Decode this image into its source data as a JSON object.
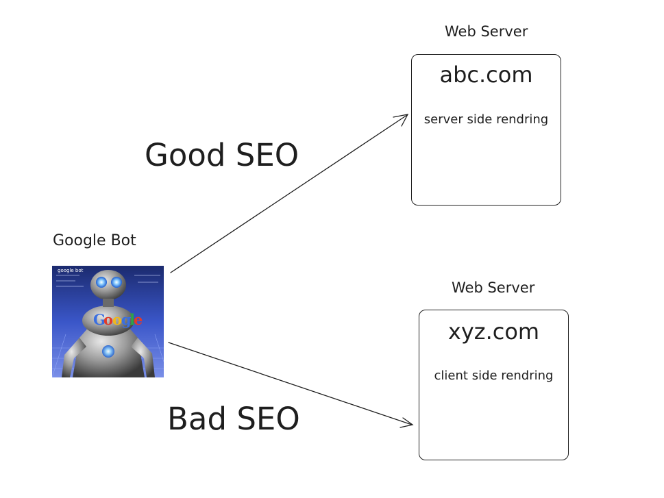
{
  "bot": {
    "title": "Google Bot",
    "logo_text": "Google",
    "screen_text": "google bot"
  },
  "servers": [
    {
      "caption": "Web Server",
      "domain": "abc.com",
      "rendering": "server side rendring"
    },
    {
      "caption": "Web Server",
      "domain": "xyz.com",
      "rendering": "client side rendring"
    }
  ],
  "connections": {
    "good_label": "Good SEO",
    "bad_label": "Bad SEO"
  },
  "colors": {
    "stroke": "#1e1e1e",
    "background": "#ffffff"
  }
}
